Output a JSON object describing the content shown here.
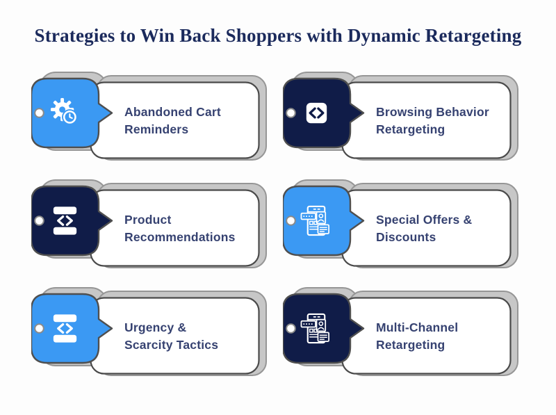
{
  "title": "Strategies to Win Back Shoppers with Dynamic Retargeting",
  "colors": {
    "background": "#fdfdfd",
    "accent_blue": "#3B99F3",
    "accent_navy": "#101C48",
    "title_text": "#1B2A5C",
    "label_text": "#364271",
    "card_border": "#4A4A4A",
    "card_fill": "#FFFFFF",
    "shadow_fill": "#C7C7C7"
  },
  "cards": [
    {
      "icon": "gear-clock-icon",
      "badge_color": "#3B99F3",
      "line1": "Abandoned Cart",
      "line2": "Reminders"
    },
    {
      "icon": "code-square-icon",
      "badge_color": "#101C48",
      "line1": "Browsing Behavior",
      "line2": "Retargeting"
    },
    {
      "icon": "mobile-code-icon",
      "badge_color": "#101C48",
      "line1": "Product",
      "line2": "Recommendations"
    },
    {
      "icon": "browser-wireframe-icon",
      "badge_color": "#3B99F3",
      "line1": "Special Offers &",
      "line2": "Discounts"
    },
    {
      "icon": "mobile-code-icon",
      "badge_color": "#3B99F3",
      "line1": "Urgency &",
      "line2": "Scarcity Tactics"
    },
    {
      "icon": "browser-wireframe-icon",
      "badge_color": "#101C48",
      "line1": "Multi-Channel",
      "line2": "Retargeting"
    }
  ]
}
